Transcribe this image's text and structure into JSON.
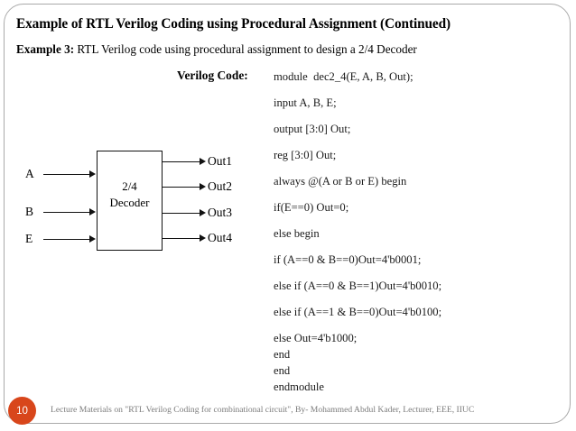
{
  "slide": {
    "title": "Example of RTL Verilog Coding using Procedural Assignment (Continued)",
    "subtitle_lead": "Example 3:",
    "subtitle_rest": " RTL Verilog code using procedural assignment to design a 2/4 Decoder",
    "verilog_label": "Verilog Code:"
  },
  "code": {
    "lines": [
      "module  dec2_4(E, A, B, Out);",
      "input A, B, E;",
      "output [3:0] Out;",
      "reg [3:0] Out;",
      "always @(A or B or E) begin",
      "if(E==0) Out=0;",
      "else begin",
      "if (A==0 & B==0)Out=4'b0001;",
      "else if (A==0 & B==1)Out=4'b0010;",
      "else if (A==1 & B==0)Out=4'b0100;",
      "else Out=4'b1000;",
      "end",
      "end",
      "endmodule"
    ]
  },
  "diagram": {
    "block_line1": "2/4",
    "block_line2": "Decoder",
    "inputs": [
      "A",
      "B",
      "E"
    ],
    "outputs": [
      "Out1",
      "Out2",
      "Out3",
      "Out4"
    ]
  },
  "footer": {
    "page_number": "10",
    "text": "Lecture Materials on \"RTL Verilog Coding for combinational circuit\", By- Mohammed Abdul Kader, Lecturer, EEE, IIUC",
    "badge_color": "#d8461b"
  }
}
